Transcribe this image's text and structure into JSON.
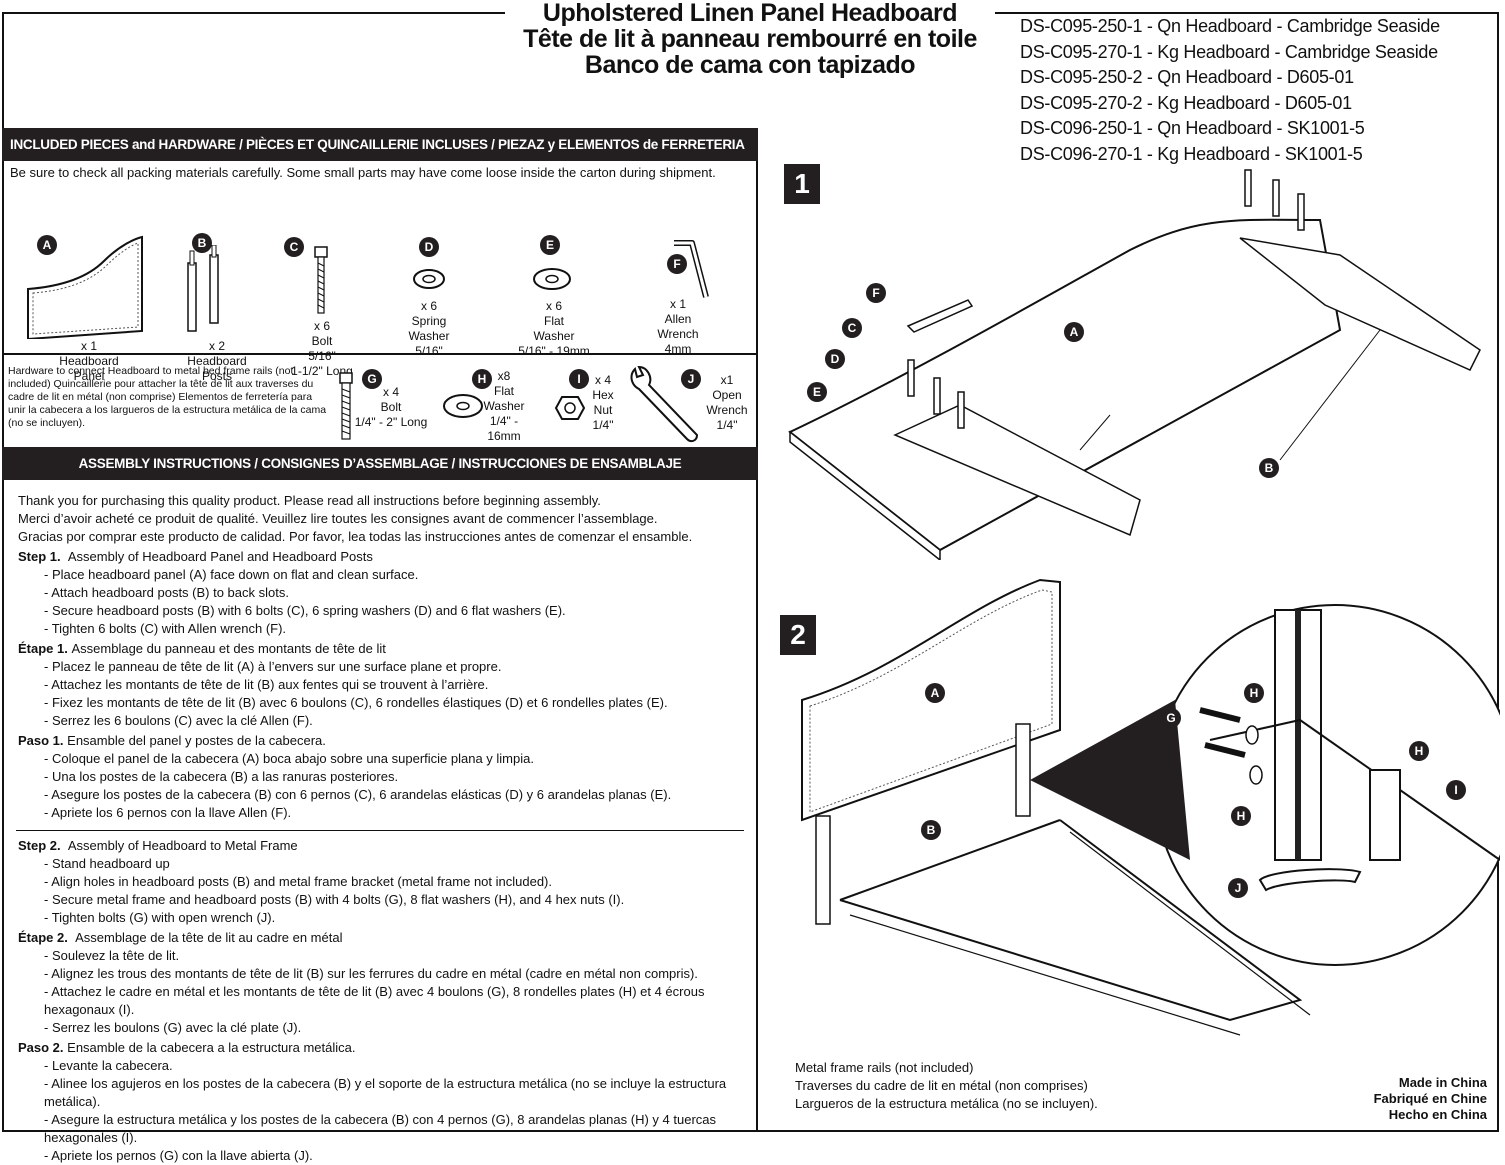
{
  "title": [
    "Upholstered Linen Panel Headboard",
    "Tête de lit à panneau rembourré en toile",
    "Banco de cama con tapizado"
  ],
  "skus": [
    "DS-C095-250-1 - Qn Headboard - Cambridge Seaside",
    "DS-C095-270-1 - Kg Headboard - Cambridge Seaside",
    "DS-C095-250-2 - Qn Headboard - D605-01",
    "DS-C095-270-2 - Kg Headboard - D605-01",
    "DS-C096-250-1 - Qn Headboard - SK1001-5",
    "DS-C096-270-1 - Kg Headboard - SK1001-5"
  ],
  "included_header": "INCLUDED PIECES and HARDWARE / PIÈCES ET QUINCAILLERIE INCLUSES / PIEZAZ y ELEMENTOS de FERRETERIA INCLUIDOS",
  "check_note": "Be sure to check all packing materials carefully.  Some small parts may have come loose inside the carton during shipment.",
  "parts": [
    {
      "letter": "A",
      "lines": [
        "x 1",
        "Headboard",
        "Panel"
      ]
    },
    {
      "letter": "B",
      "lines": [
        "x 2",
        "Headboard",
        "Posts"
      ]
    },
    {
      "letter": "C",
      "lines": [
        "x 6",
        "Bolt",
        "5/16\"",
        "1-1/2\" Long"
      ]
    },
    {
      "letter": "D",
      "lines": [
        "x 6",
        "Spring",
        "Washer",
        "5/16\""
      ]
    },
    {
      "letter": "E",
      "lines": [
        "x 6",
        "Flat",
        "Washer",
        "5/16\" - 19mm"
      ]
    },
    {
      "letter": "F",
      "lines": [
        "x 1",
        "Allen",
        "Wrench",
        "4mm"
      ]
    }
  ],
  "hardware_note": "Hardware to connect Headboard to metal bed frame rails (not included) Quincaillerie pour attacher la tête de lit aux traverses du cadre de lit en métal (non comprise) Elementos de ferretería para unir la cabecera a los largueros de la estructura metálica de la cama (no se incluyen).",
  "hardware": [
    {
      "letter": "G",
      "lines": [
        "x 4",
        "Bolt",
        "1/4\" - 2\" Long"
      ]
    },
    {
      "letter": "H",
      "lines": [
        "x8",
        "Flat",
        "Washer",
        "1/4\" - 16mm"
      ]
    },
    {
      "letter": "I",
      "lines": [
        "x 4",
        "Hex",
        "Nut",
        "1/4\""
      ]
    },
    {
      "letter": "J",
      "lines": [
        "x1",
        "Open",
        "Wrench",
        "1/4\""
      ]
    }
  ],
  "assembly_header": "ASSEMBLY INSTRUCTIONS / CONSIGNES D’ASSEMBLAGE / INSTRUCCIONES DE ENSAMBLAJE",
  "thanks": [
    "Thank you for purchasing this quality product. Please read all instructions before beginning assembly.",
    "Merci d’avoir acheté ce produit de qualité. Veuillez lire toutes les consignes avant de commencer l’assemblage.",
    "Gracias por comprar este producto de calidad. Por favor, lea todas las instrucciones antes de comenzar el ensamble."
  ],
  "step1": [
    {
      "label": "Step 1.",
      "title": "Assembly of Headboard Panel and Headboard Posts",
      "items": [
        "Place headboard panel (A) face down on flat and clean surface.",
        "Attach headboard posts (B) to back slots.",
        "Secure headboard posts (B) with 6 bolts (C), 6 spring washers (D) and 6 flat washers (E).",
        "Tighten 6 bolts (C) with Allen wrench (F)."
      ]
    },
    {
      "label": "Étape 1.",
      "title": "Assemblage du panneau et des montants de tête de lit",
      "items": [
        "Placez le panneau de tête de lit (A) à l’envers sur une surface plane et propre.",
        "Attachez les montants de tête de lit (B) aux fentes qui se trouvent à l’arrière.",
        "Fixez les montants de tête de lit (B) avec 6 boulons (C), 6 rondelles élastiques (D) et 6 rondelles plates (E).",
        "Serrez les 6 boulons (C) avec la clé Allen (F)."
      ]
    },
    {
      "label": "Paso 1.",
      "title": "Ensamble del panel y postes de la cabecera.",
      "items": [
        "Coloque el panel de la cabecera (A) boca abajo sobre una superficie plana y limpia.",
        "Una los postes de la cabecera (B) a las ranuras posteriores.",
        "Asegure los postes de la cabecera (B) con 6 pernos (C), 6 arandelas elásticas (D) y 6 arandelas planas (E).",
        "Apriete los 6 pernos con la llave Allen (F)."
      ]
    }
  ],
  "step2": [
    {
      "label": "Step 2.",
      "title": "Assembly of Headboard to Metal Frame",
      "items": [
        "Stand headboard up",
        "Align holes in headboard posts (B) and metal frame bracket (metal frame not included).",
        "Secure metal frame and headboard posts (B) with 4 bolts (G),  8 flat washers (H), and 4 hex nuts (I).",
        "Tighten bolts (G) with open wrench (J)."
      ]
    },
    {
      "label": "Étape 2.",
      "title": "Assemblage de la tête de lit au cadre en métal",
      "items": [
        "Soulevez la tête de lit.",
        "Alignez les trous des montants de tête de lit (B) sur les ferrures du cadre en métal (cadre en métal non compris).",
        "Attachez le cadre en métal et les montants de tête de lit (B) avec 4 boulons (G),  8 rondelles plates (H) et 4 écrous hexagonaux (I).",
        "Serrez les boulons (G) avec la clé plate (J)."
      ]
    },
    {
      "label": "Paso 2.",
      "title": "Ensamble de la cabecera a la estructura metálica.",
      "items": [
        "Levante la cabecera.",
        "Alinee los agujeros en los postes de la cabecera (B) y el soporte de la estructura metálica (no se incluye la estructura metálica).",
        "Asegure la estructura metálica y los postes de la cabecera (B) con 4 pernos (G),  8 arandelas planas (H) y 4 tuercas hexagonales (I).",
        "Apriete los pernos (G) con la llave abierta (J)."
      ]
    }
  ],
  "step_numbers": [
    "1",
    "2"
  ],
  "diagram_labels": {
    "A": "A",
    "B": "B",
    "C": "C",
    "D": "D",
    "E": "E",
    "F": "F",
    "G": "G",
    "H": "H",
    "I": "I",
    "J": "J"
  },
  "frame_note": [
    "Metal frame rails (not included)",
    "Traverses du cadre de lit en métal (non comprises)",
    "Largueros de la estructura metálica (no se incluyen)."
  ],
  "made_in": [
    "Made in China",
    "Fabriqué en Chine",
    "Hecho en China"
  ]
}
